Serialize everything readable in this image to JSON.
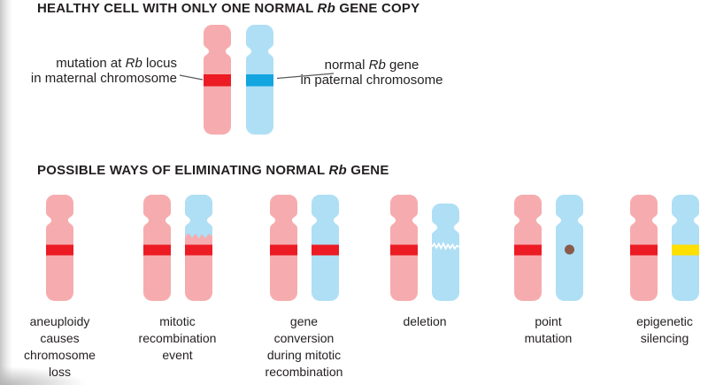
{
  "colors": {
    "maternal_body": "#f6acae",
    "paternal_body": "#aedff5",
    "mutant_band": "#ec1b24",
    "normal_band": "#12a5e0",
    "silenced_band": "#ffdf00",
    "point_mutation_dot": "#8a5a4a",
    "deletion_break": "#ffffff",
    "text": "#231f20",
    "connector": "#58595b",
    "background": "#ffffff"
  },
  "top_section": {
    "title": {
      "pre": "HEALTHY CELL WITH ONLY ONE NORMAL ",
      "gene": "Rb",
      "post": " GENE COPY"
    },
    "maternal_callout": {
      "pre": "mutation at ",
      "gene": "Rb",
      "post": " locus",
      "line2": "in maternal chromosome"
    },
    "paternal_callout": {
      "pre": "normal ",
      "gene": "Rb",
      "post": " gene",
      "line2": "in paternal chromosome"
    },
    "chromosomes": [
      {
        "key": "maternal-mutated",
        "variant": "maternal"
      },
      {
        "key": "paternal-normal",
        "variant": "paternal_normal"
      }
    ]
  },
  "bottom_section": {
    "title": {
      "pre": "POSSIBLE WAYS OF ELIMINATING NORMAL ",
      "gene": "Rb",
      "post": " GENE"
    },
    "mechanisms": [
      {
        "key": "aneuploidy",
        "label_lines": [
          "aneuploidy",
          "causes",
          "chromosome",
          "loss"
        ],
        "chromosomes": [
          {
            "variant": "maternal"
          }
        ]
      },
      {
        "key": "mitotic-recombination",
        "label_lines": [
          "mitotic",
          "recombination",
          "event"
        ],
        "chromosomes": [
          {
            "variant": "maternal"
          },
          {
            "variant": "recombinant"
          }
        ]
      },
      {
        "key": "gene-conversion",
        "label_lines": [
          "gene",
          "conversion",
          "during mitotic",
          "recombination"
        ],
        "chromosomes": [
          {
            "variant": "maternal"
          },
          {
            "variant": "gene_conversion"
          }
        ]
      },
      {
        "key": "deletion",
        "label_lines": [
          "deletion"
        ],
        "chromosomes": [
          {
            "variant": "maternal"
          },
          {
            "variant": "deletion"
          }
        ]
      },
      {
        "key": "point-mutation",
        "label_lines": [
          "point",
          "mutation"
        ],
        "chromosomes": [
          {
            "variant": "maternal"
          },
          {
            "variant": "point_mutation"
          }
        ]
      },
      {
        "key": "epigenetic-silencing",
        "label_lines": [
          "epigenetic",
          "silencing"
        ],
        "chromosomes": [
          {
            "variant": "maternal"
          },
          {
            "variant": "epigenetic_silencing"
          }
        ]
      }
    ]
  },
  "variants": {
    "maternal": {
      "body": "maternal_body",
      "band": "mutant_band"
    },
    "paternal_normal": {
      "body": "paternal_body",
      "band": "normal_band"
    },
    "recombinant": {
      "body": "maternal_body",
      "band": "mutant_band",
      "top_overlay": "paternal_body"
    },
    "gene_conversion": {
      "body": "paternal_body",
      "band": "mutant_band"
    },
    "deletion": {
      "body": "paternal_body",
      "zigzag": true,
      "shorter": true
    },
    "point_mutation": {
      "body": "paternal_body",
      "dot": "point_mutation_dot"
    },
    "epigenetic_silencing": {
      "body": "paternal_body",
      "band": "silenced_band"
    }
  }
}
